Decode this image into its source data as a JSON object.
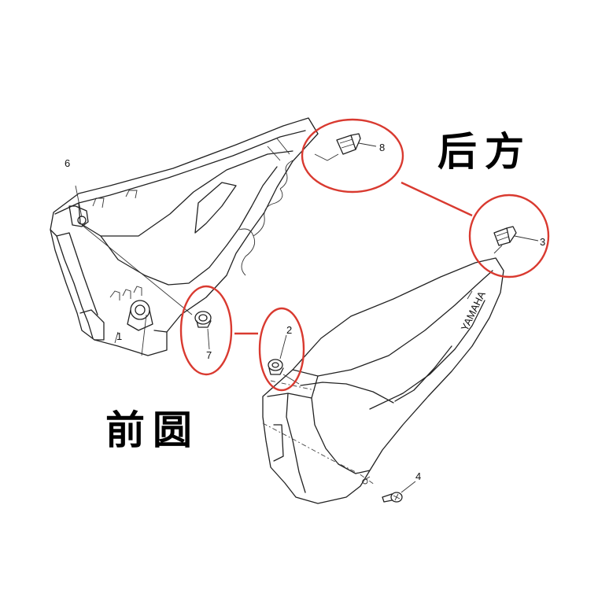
{
  "labels": {
    "rear": "后方",
    "front": "前圆"
  },
  "part_numbers": {
    "p1": "1",
    "p2": "2",
    "p3": "3",
    "p4": "4",
    "p6": "6",
    "p7": "7",
    "p8": "8"
  },
  "brand_mark": "YAMAHA",
  "colors": {
    "highlight_circle": "#d93a30",
    "drawing": "#222222",
    "background": "#ffffff"
  }
}
